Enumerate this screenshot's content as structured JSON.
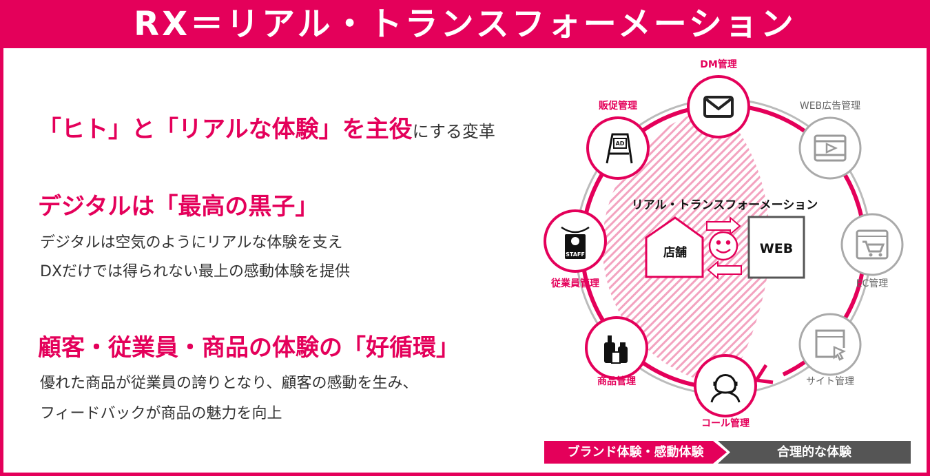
{
  "title": "RX＝リアル・トランスフォーメーション",
  "left": {
    "heading1_main": "「ヒト」と「リアルな体験」を主役",
    "heading1_suffix": "にする変革",
    "heading2": "デジタルは「最高の黒子」",
    "body2": [
      "デジタルは空気のようにリアルな体験を支え",
      "DXだけでは得られない最上の感動体験を提供"
    ],
    "heading3": "顧客・従業員・商品の体験の「好循環」",
    "body3": [
      "優れた商品が従業員の誇りとなり、顧客の感動を生み、",
      "フィードバックが商品の魅力を向上"
    ]
  },
  "diagram": {
    "center_title": "リアル・トランスフォーメーション",
    "store": "店舗",
    "web": "WEB",
    "ad_text": "AD",
    "staff_text": "STAFF",
    "nodes": [
      {
        "label": "DM管理",
        "icon": "envelope-icon",
        "active": true
      },
      {
        "label": "WEB広告管理",
        "icon": "video-icon",
        "active": false
      },
      {
        "label": "EC管理",
        "icon": "cart-browser-icon",
        "active": false
      },
      {
        "label": "サイト管理",
        "icon": "browser-cursor-icon",
        "active": false
      },
      {
        "label": "コール管理",
        "icon": "headset-operator-icon",
        "active": true
      },
      {
        "label": "商品管理",
        "icon": "bottles-icon",
        "active": true
      },
      {
        "label": "従業員管理",
        "icon": "staff-badge-icon",
        "active": true
      },
      {
        "label": "販促管理",
        "icon": "ad-signboard-icon",
        "active": true
      }
    ],
    "bar_left": "ブランド体験・感動体験",
    "bar_right": "合理的な体験",
    "colors": {
      "accent": "#e4005a",
      "gray": "#999999",
      "dark_bar": "#555555"
    }
  }
}
